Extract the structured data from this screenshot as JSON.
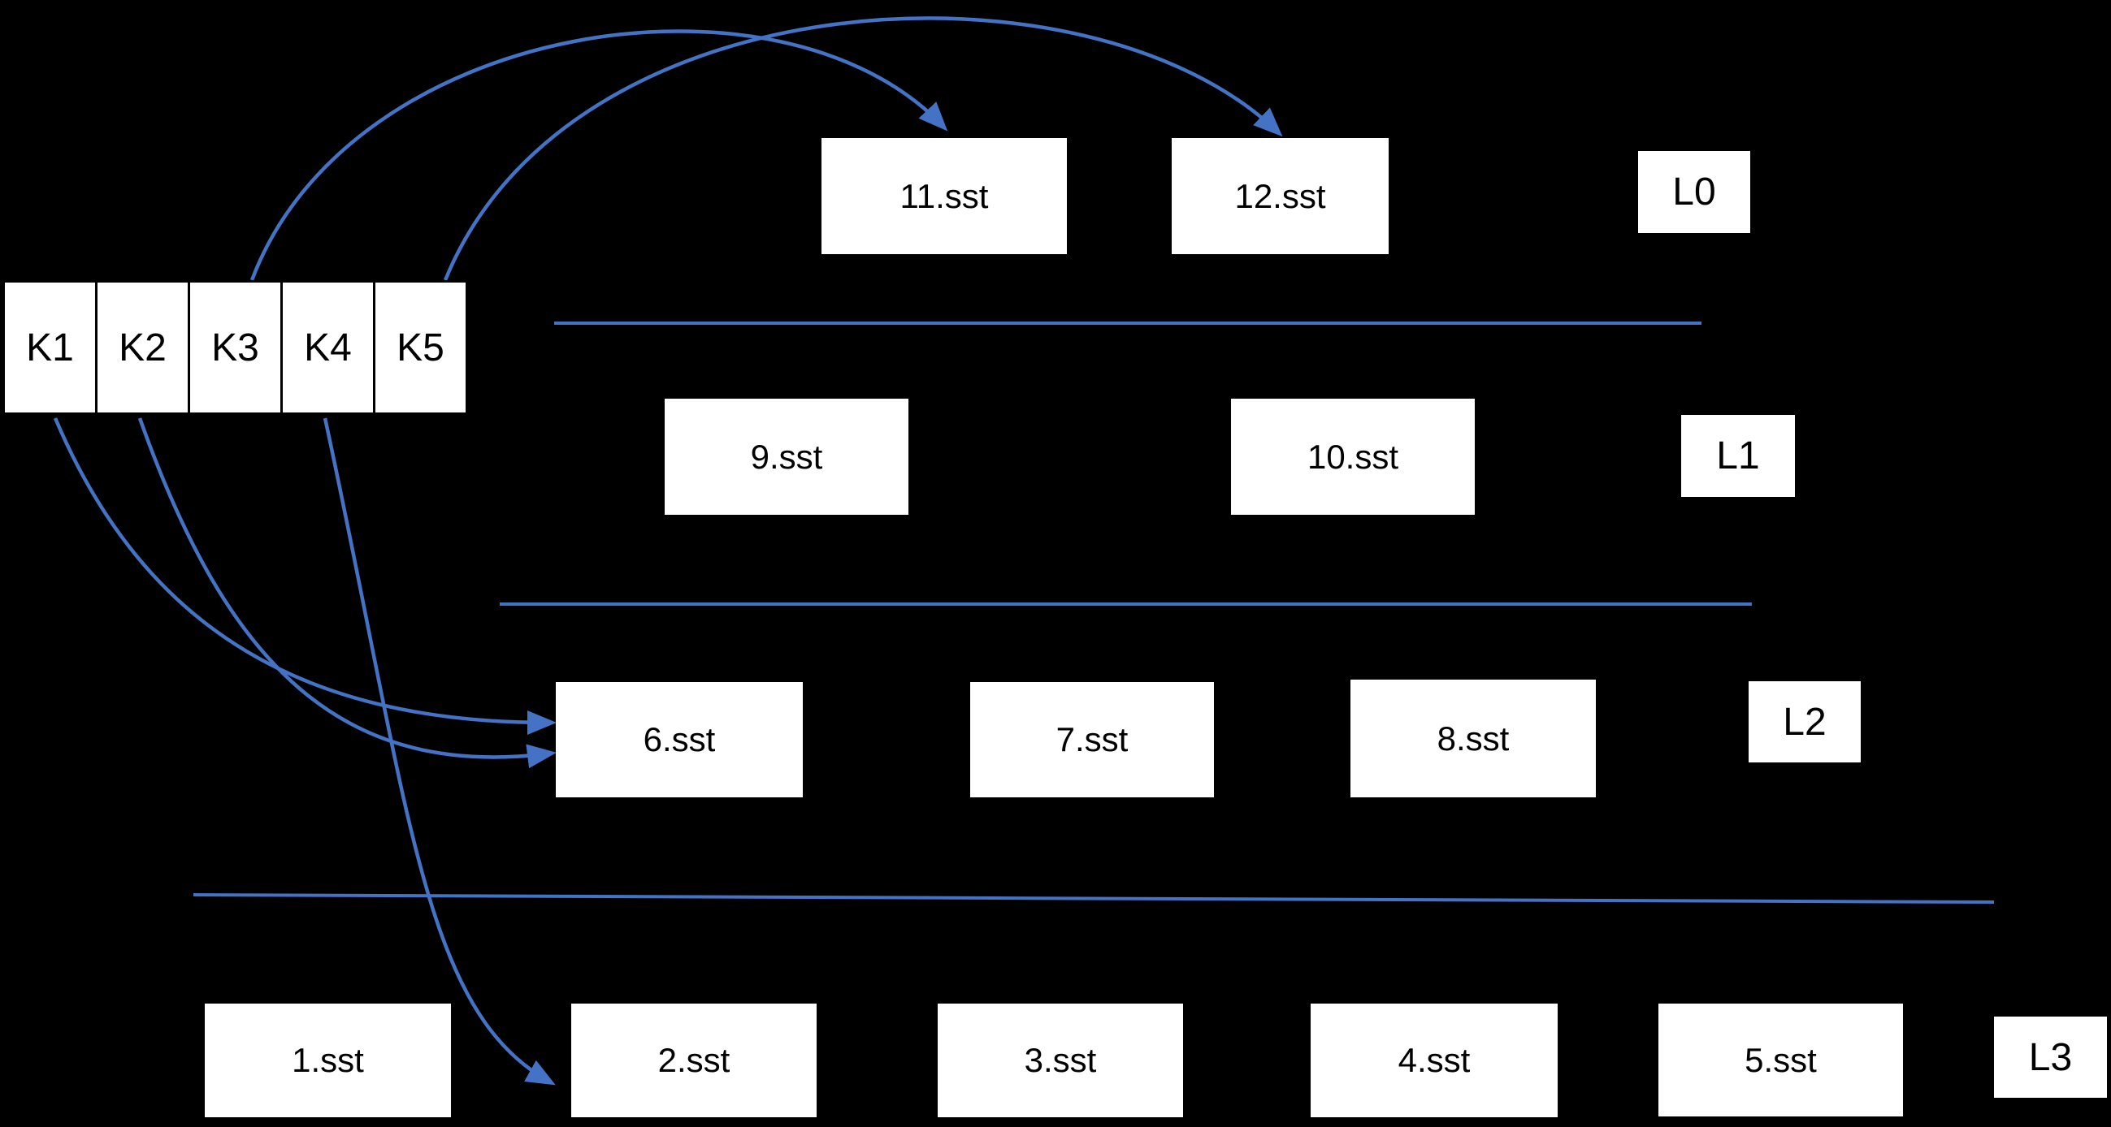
{
  "diagram": {
    "kind": "LSM-tree leveled SST files",
    "background": "#000000"
  },
  "colors": {
    "line_blue": "#4472C4",
    "box_fill": "#ffffff",
    "box_border": "#000000",
    "text": "#000000"
  },
  "memtable": {
    "keys": [
      "K1",
      "K2",
      "K3",
      "K4",
      "K5"
    ]
  },
  "levels": [
    {
      "name": "L0",
      "files": [
        "11.sst",
        "12.sst"
      ]
    },
    {
      "name": "L1",
      "files": [
        "9.sst",
        "10.sst"
      ]
    },
    {
      "name": "L2",
      "files": [
        "6.sst",
        "7.sst",
        "8.sst"
      ]
    },
    {
      "name": "L3",
      "files": [
        "1.sst",
        "2.sst",
        "3.sst",
        "4.sst",
        "5.sst"
      ]
    }
  ],
  "arrows": [
    {
      "from": "K3",
      "to": "11.sst"
    },
    {
      "from": "K5",
      "to": "12.sst"
    },
    {
      "from": "K1",
      "to": "6.sst"
    },
    {
      "from": "K2",
      "to": "6.sst"
    },
    {
      "from": "K4",
      "to": "2.sst"
    }
  ]
}
